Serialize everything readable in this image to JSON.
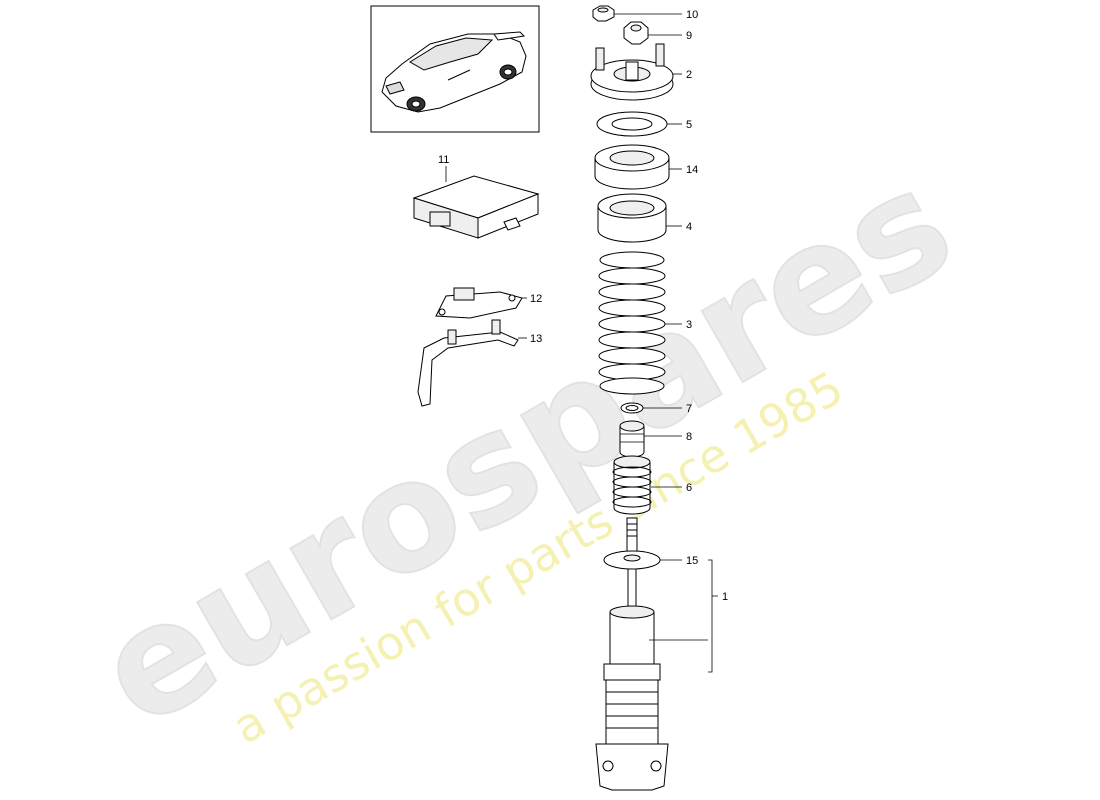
{
  "watermark": {
    "brand": "eurospares",
    "tagline": "a passion for parts since 1985"
  },
  "thumbnail": {
    "icon": "car-icon"
  },
  "callouts": {
    "c1": "1",
    "c2": "2",
    "c3": "3",
    "c4": "4",
    "c5": "5",
    "c6": "6",
    "c7": "7",
    "c8": "8",
    "c9": "9",
    "c10": "10",
    "c11": "11",
    "c12": "12",
    "c13": "13",
    "c14": "14",
    "c15": "15"
  },
  "colors": {
    "line": "#000000",
    "watermark_gray": "#e9e9e9",
    "watermark_yellow": "#f3f0a6"
  }
}
